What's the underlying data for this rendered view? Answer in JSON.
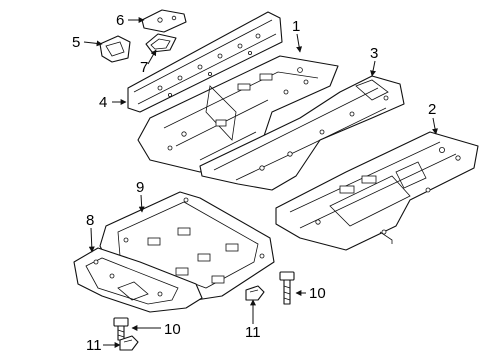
{
  "callouts": [
    {
      "id": "1",
      "label": "1"
    },
    {
      "id": "2",
      "label": "2"
    },
    {
      "id": "3",
      "label": "3"
    },
    {
      "id": "4",
      "label": "4"
    },
    {
      "id": "5",
      "label": "5"
    },
    {
      "id": "6",
      "label": "6"
    },
    {
      "id": "7",
      "label": "7"
    },
    {
      "id": "8",
      "label": "8"
    },
    {
      "id": "9",
      "label": "9"
    },
    {
      "id": "10a",
      "label": "10"
    },
    {
      "id": "10b",
      "label": "10"
    },
    {
      "id": "11a",
      "label": "11"
    },
    {
      "id": "11b",
      "label": "11"
    }
  ]
}
